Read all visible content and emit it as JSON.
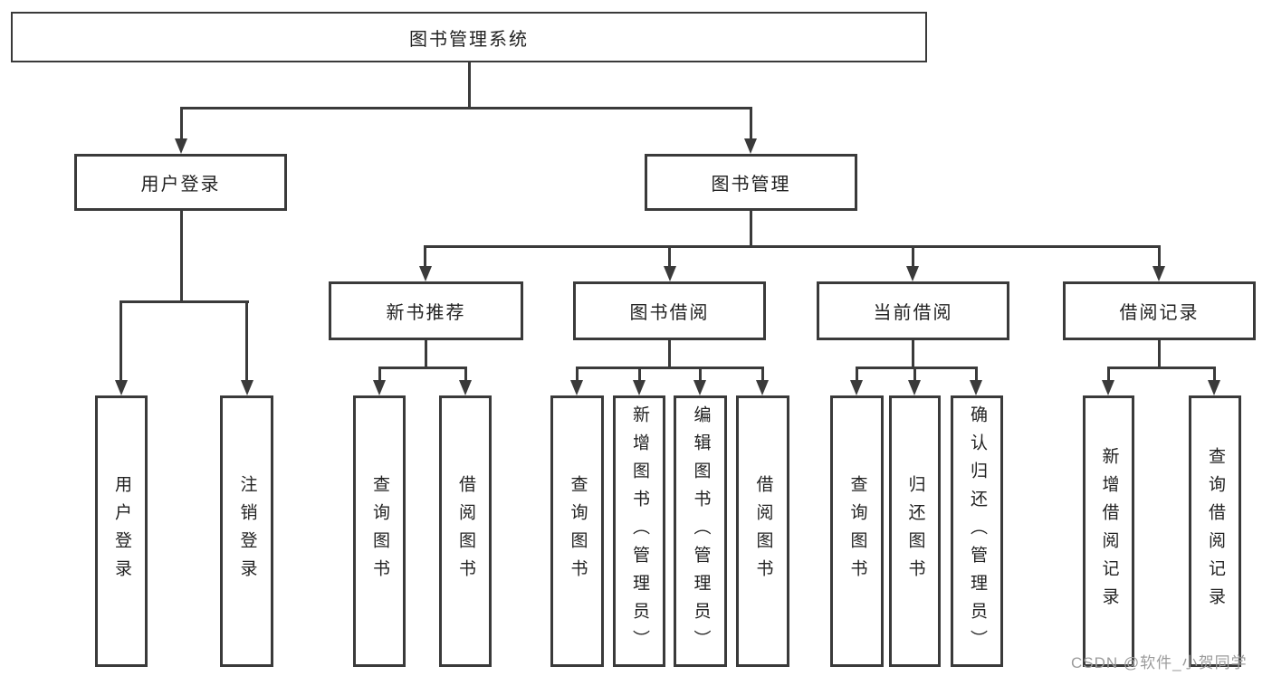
{
  "diagram_title": "图书管理系统",
  "nodes": {
    "root": "图书管理系统",
    "user_login": "用户登录",
    "book_mgmt": "图书管理",
    "new_book_rec": "新书推荐",
    "book_borrow": "图书借阅",
    "current_borrow": "当前借阅",
    "borrow_records": "借阅记录",
    "leaf_user_login": "用户登录",
    "leaf_logout": "注销登录",
    "leaf_nb_query": "查询图书",
    "leaf_nb_borrow": "借阅图书",
    "leaf_bb_query": "查询图书",
    "leaf_bb_add": "新增图书（管理员）",
    "leaf_bb_edit": "编辑图书（管理员）",
    "leaf_bb_borrow": "借阅图书",
    "leaf_cb_query": "查询图书",
    "leaf_cb_return": "归还图书",
    "leaf_cb_confirm": "确认归还（管理员）",
    "leaf_br_add": "新增借阅记录",
    "leaf_br_query": "查询借阅记录"
  },
  "hierarchy": {
    "图书管理系统": {
      "用户登录": [
        "用户登录",
        "注销登录"
      ],
      "图书管理": {
        "新书推荐": [
          "查询图书",
          "借阅图书"
        ],
        "图书借阅": [
          "查询图书",
          "新增图书（管理员）",
          "编辑图书（管理员）",
          "借阅图书"
        ],
        "当前借阅": [
          "查询图书",
          "归还图书",
          "确认归还（管理员）"
        ],
        "借阅记录": [
          "新增借阅记录",
          "查询借阅记录"
        ]
      }
    }
  },
  "watermark": "CSDN @软件_小贺同学",
  "colors": {
    "background": "#ffffff",
    "line": "#3a3a3a",
    "text": "#222222",
    "watermark": "#9c9c9c"
  }
}
